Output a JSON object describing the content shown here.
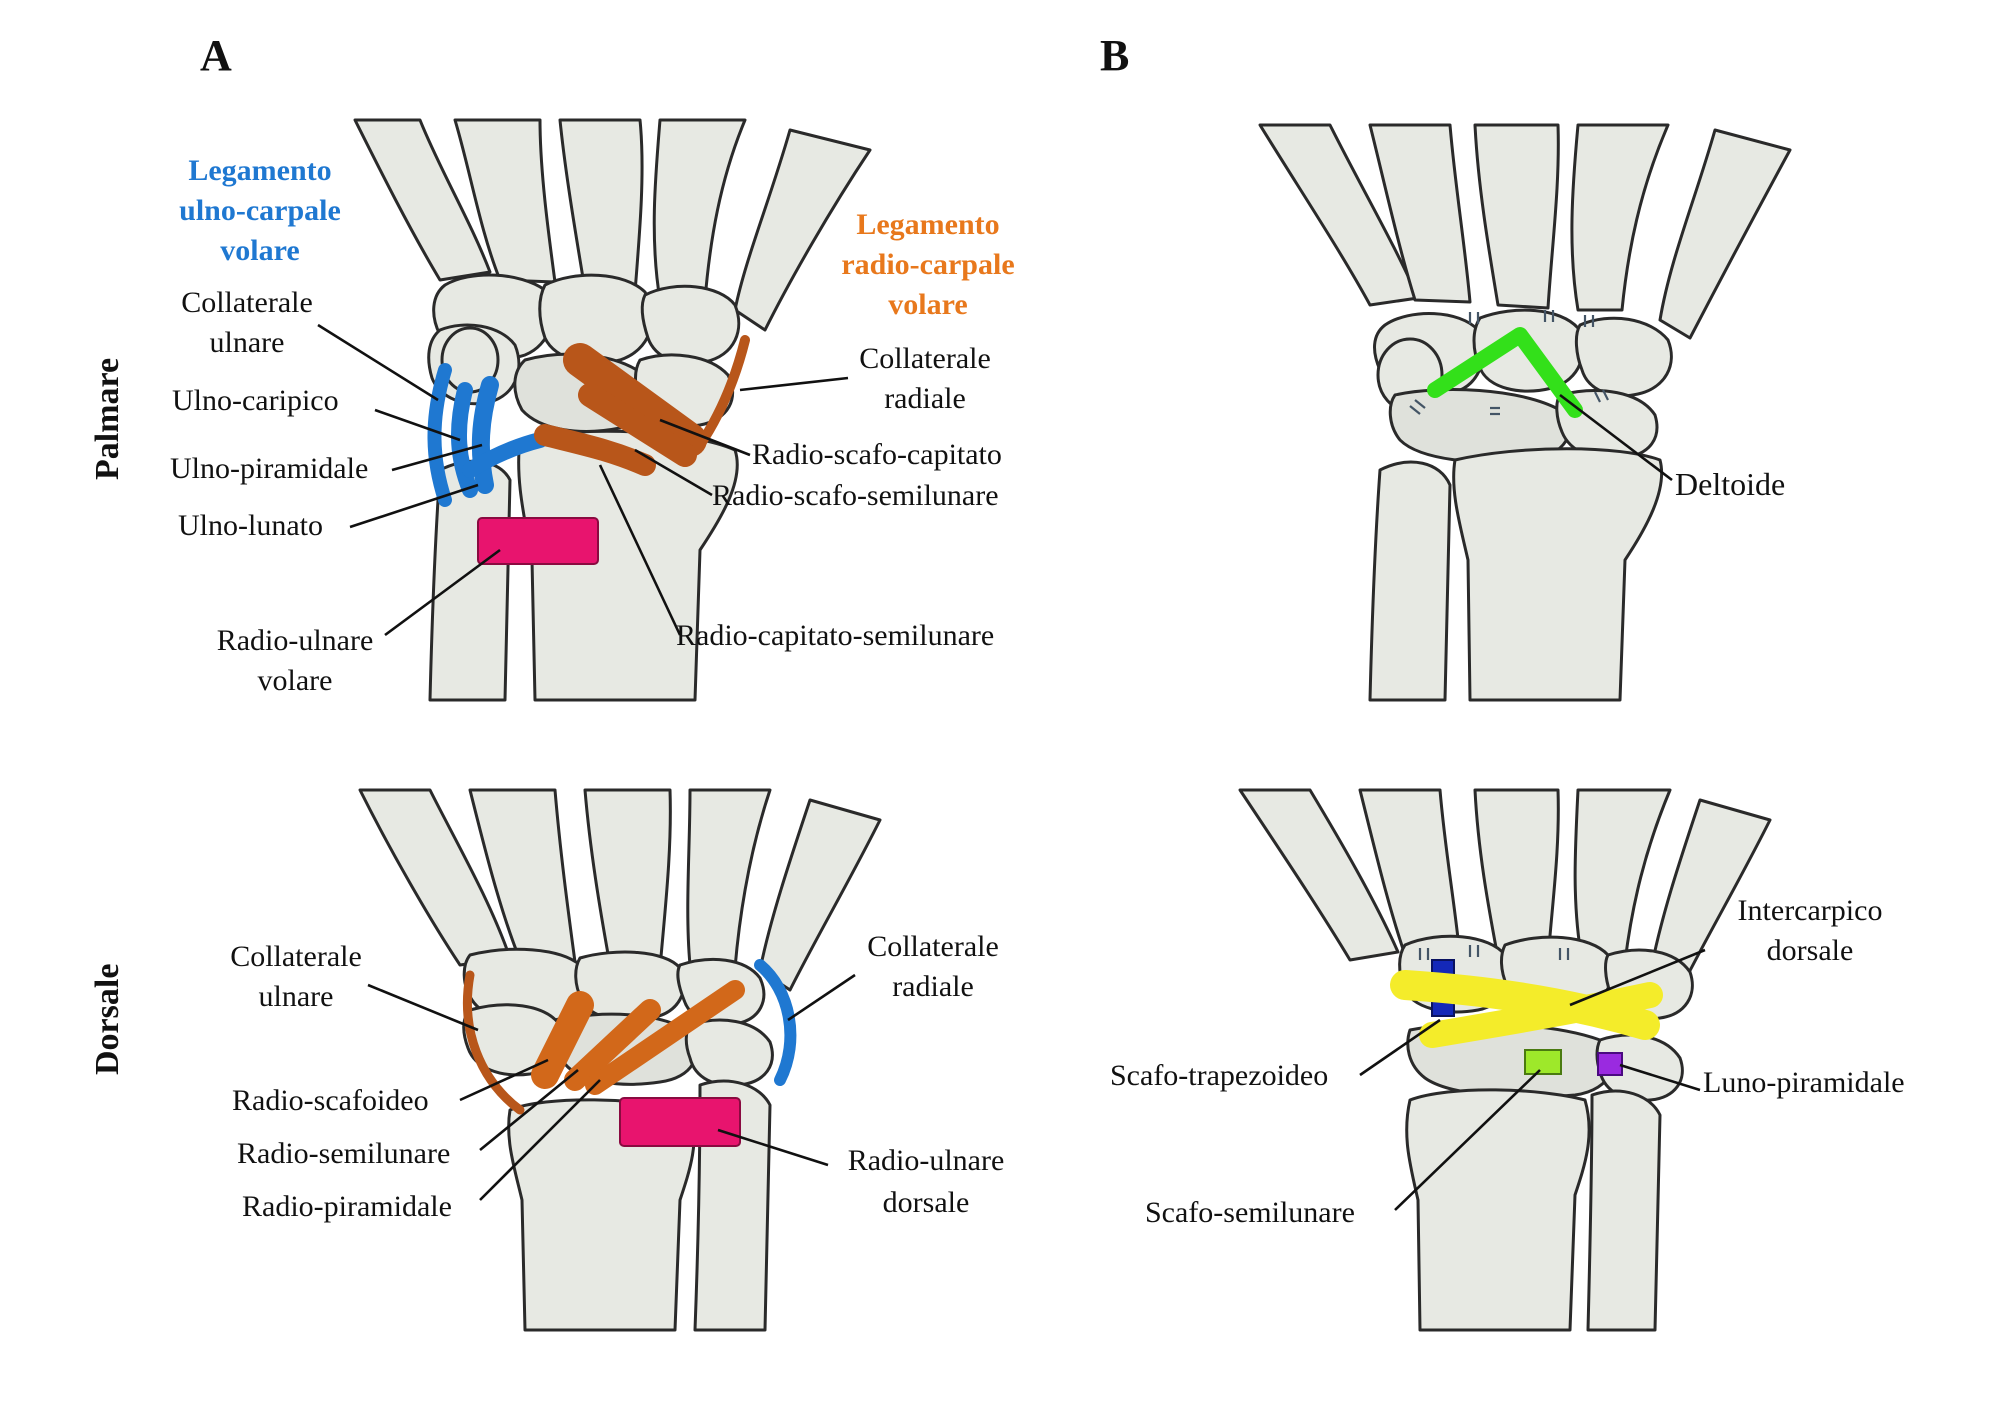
{
  "panels": {
    "a": "A",
    "b": "B"
  },
  "rows": {
    "palmar": "Palmare",
    "dorsal": "Dorsale"
  },
  "headers": {
    "ulno_line1": "Legamento",
    "ulno_line2": "ulno-carpale",
    "ulno_line3": "volare",
    "radio_line1": "Legamento",
    "radio_line2": "radio-carpale",
    "radio_line3": "volare"
  },
  "palmar_labels": {
    "collaterale_ulnare_1": "Collaterale",
    "collaterale_ulnare_2": "ulnare",
    "ulno_capitato": "Ulno-caripico",
    "ulno_piramidale": "Ulno-piramidale",
    "ulno_lunato": "Ulno-lunato",
    "radio_ulnare_volare_1": "Radio-ulnare",
    "radio_ulnare_volare_2": "volare",
    "collaterale_radiale_1": "Collaterale",
    "collaterale_radiale_2": "radiale",
    "radio_scafo_capitato": "Radio-scafo-capitato",
    "radio_scafo_semilunare": "Radio-scafo-semilunare",
    "radio_capitato_semilunare": "Radio-capitato-semilunare"
  },
  "dorsal_labels": {
    "collaterale_ulnare_1": "Collaterale",
    "collaterale_ulnare_2": "ulnare",
    "radio_scafoideo": "Radio-scafoideo",
    "radio_semilunare": "Radio-semilunare",
    "radio_piramidale": "Radio-piramidale",
    "collaterale_radiale_1": "Collaterale",
    "collaterale_radiale_2": "radiale",
    "radio_ulnare_dorsale_1": "Radio-ulnare",
    "radio_ulnare_dorsale_2": "dorsale"
  },
  "intrinsic_labels": {
    "deltoide": "Deltoide",
    "intercarpico_1": "Intercarpico",
    "intercarpico_2": "dorsale",
    "scafo_trapezoideo": "Scafo-trapezoideo",
    "luno_piramidale": "Luno-piramidale",
    "scafo_semilunare": "Scafo-semilunare"
  },
  "colors": {
    "ulnocarpal_blue": "#1f78d1",
    "radiocarpal_orange": "#e8781c",
    "ligament_brown": "#b8561a",
    "radioulnar_pink": "#e8146e",
    "deltoid_green": "#33e01a",
    "intercarpal_yellow": "#f4ec2a",
    "scapholunate_lime": "#9ee82a",
    "lunotriquetral_purple": "#9a2ae0",
    "scaphotrapezoid_navy": "#1428b8"
  }
}
